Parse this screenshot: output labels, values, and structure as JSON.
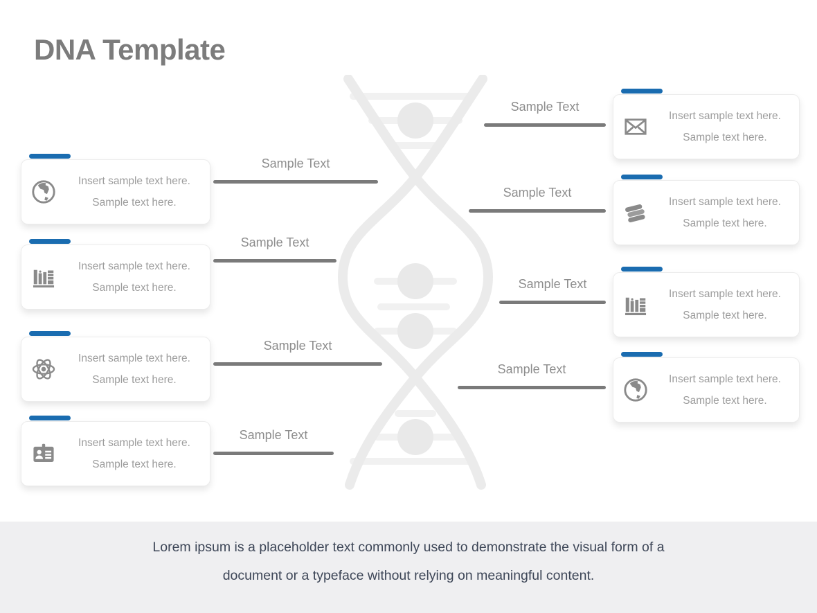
{
  "title": "DNA Template",
  "colors": {
    "accent_blue": "#1a6cb0",
    "connector_gray": "#7a7a7a",
    "title_gray": "#7c7c7c",
    "card_text_gray": "#9c9c9c",
    "label_gray": "#8d8d8d",
    "watermark_gray": "#ebebeb",
    "footer_bg": "#efeff1",
    "footer_text": "#3d4657"
  },
  "left_cards": [
    {
      "icon": "globe-icon",
      "line1": "Insert sample text here.",
      "line2": "Sample text here."
    },
    {
      "icon": "books-shelf-icon",
      "line1": "Insert sample text here.",
      "line2": "Sample text here."
    },
    {
      "icon": "atom-icon",
      "line1": "Insert sample text here.",
      "line2": "Sample text here."
    },
    {
      "icon": "id-badge-icon",
      "line1": "Insert sample text here.",
      "line2": "Sample text here."
    }
  ],
  "right_cards": [
    {
      "icon": "envelope-icon",
      "line1": "Insert sample text here.",
      "line2": "Sample text here."
    },
    {
      "icon": "book-stack-icon",
      "line1": "Insert sample text here.",
      "line2": "Sample text here."
    },
    {
      "icon": "books-shelf-icon",
      "line1": "Insert sample text here.",
      "line2": "Sample text here."
    },
    {
      "icon": "globe-icon",
      "line1": "Insert sample text here.",
      "line2": "Sample text here."
    }
  ],
  "left_connectors": [
    {
      "label": "Sample Text"
    },
    {
      "label": "Sample Text"
    },
    {
      "label": "Sample Text"
    },
    {
      "label": "Sample Text"
    }
  ],
  "right_connectors": [
    {
      "label": "Sample Text"
    },
    {
      "label": "Sample Text"
    },
    {
      "label": "Sample Text"
    },
    {
      "label": "Sample Text"
    }
  ],
  "footer": {
    "line1": "Lorem ipsum is a placeholder text commonly used to demonstrate the visual form of a",
    "line2": "document or a typeface without relying on meaningful content."
  }
}
